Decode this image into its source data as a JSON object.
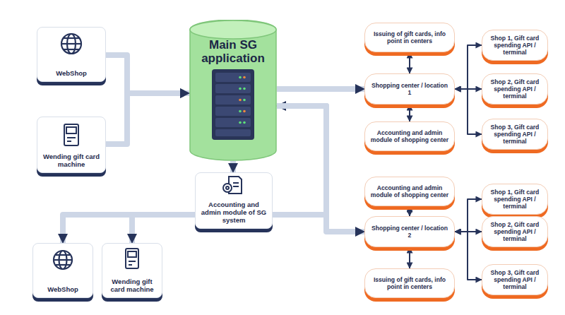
{
  "diagram": {
    "nodes": [
      {
        "text": [
          "WebShop"
        ]
      },
      {
        "text": [
          "Wending gift card machine"
        ]
      },
      {
        "text": [
          "Main SG application"
        ]
      },
      {
        "text": [
          "Accounting and admin module of SG system"
        ]
      },
      {
        "text": [
          "Issuing of gift cards, info point in centers"
        ]
      },
      {
        "text": [
          "Shopping center / location 1"
        ]
      },
      {
        "text": [
          "Accounting and admin module of shopping center"
        ]
      },
      {
        "text": [
          "Shop 1, Gift card spending API / terminal"
        ]
      },
      {
        "text": [
          "Shop 2, Gift card spending API / terminal"
        ]
      },
      {
        "text": [
          "Shop 3, Gift card spending API / terminal"
        ]
      },
      {
        "text": [
          "Accounting and admin module of shopping center"
        ]
      },
      {
        "text": [
          "Shopping center / location 2"
        ]
      },
      {
        "text": [
          "Issuing of gift cards, info point in centers"
        ]
      },
      {
        "text": [
          "Shop 1, Gift card spending API / terminal"
        ]
      },
      {
        "text": [
          "Shop 2, Gift card spending API / terminal"
        ]
      },
      {
        "text": [
          "Shop 3, Gift card spending API / terminal"
        ]
      },
      {
        "text": [
          "WebShop"
        ]
      },
      {
        "text": [
          "Wending gift card machine"
        ]
      }
    ],
    "edges": [
      {
        "from": 0,
        "to": 2,
        "arrow": "to"
      },
      {
        "from": 1,
        "to": 2,
        "arrow": "to"
      },
      {
        "from": 2,
        "to": 3,
        "arrow": "to"
      },
      {
        "from": 2,
        "to": 5,
        "arrow": "to"
      },
      {
        "from": 2,
        "to": 11,
        "arrow": "both"
      },
      {
        "from": 2,
        "to": 16,
        "arrow": "to"
      },
      {
        "from": 2,
        "to": 17,
        "arrow": "to"
      },
      {
        "from": 4,
        "to": 5,
        "arrow": "both"
      },
      {
        "from": 5,
        "to": 6,
        "arrow": "both"
      },
      {
        "from": 5,
        "to": 7,
        "arrow": "both"
      },
      {
        "from": 5,
        "to": 8,
        "arrow": "both"
      },
      {
        "from": 5,
        "to": 9,
        "arrow": "both"
      },
      {
        "from": 10,
        "to": 11,
        "arrow": "both"
      },
      {
        "from": 11,
        "to": 12,
        "arrow": "both"
      },
      {
        "from": 11,
        "to": 13,
        "arrow": "both"
      },
      {
        "from": 11,
        "to": 14,
        "arrow": "both"
      },
      {
        "from": 11,
        "to": 15,
        "arrow": "both"
      }
    ]
  }
}
